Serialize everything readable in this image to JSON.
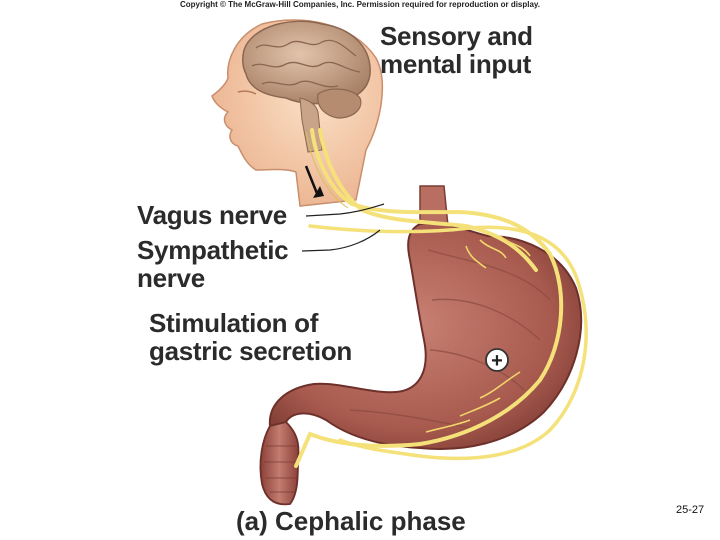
{
  "copyright": "Copyright © The McGraw-Hill Companies, Inc. Permission required for reproduction or display.",
  "labels": {
    "sensory_line1": "Sensory and",
    "sensory_line2": "mental input",
    "vagus": "Vagus nerve",
    "sympathetic_line1": "Sympathetic",
    "sympathetic_line2": "nerve",
    "stimulation_line1": "Stimulation of",
    "stimulation_line2": "gastric secretion",
    "plus_sign": "+"
  },
  "caption": "(a) Cephalic phase",
  "slide_number": "25-27",
  "colors": {
    "skin": "#f3c9a5",
    "brain": "#c9a488",
    "stomach": "#a85a4e",
    "nerve": "#f5e17a",
    "text": "#2b2b2b"
  }
}
